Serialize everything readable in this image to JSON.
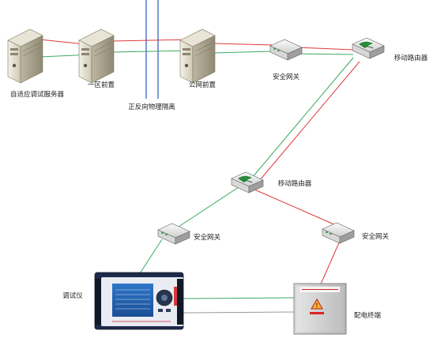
{
  "nodes": {
    "server_debug": {
      "label": "自适应调试服务器",
      "icon": "server-icon"
    },
    "front_zone1": {
      "label": "一区前置",
      "icon": "server-icon"
    },
    "front_public": {
      "label": "公网前置",
      "icon": "server-icon"
    },
    "gateway_top": {
      "label": "安全网关",
      "icon": "gateway-icon"
    },
    "router_top": {
      "label": "移动路由器",
      "icon": "router-icon"
    },
    "router_mid": {
      "label": "移动路由器",
      "icon": "router-icon"
    },
    "gateway_left": {
      "label": "安全网关",
      "icon": "gateway-icon"
    },
    "gateway_right": {
      "label": "安全网关",
      "icon": "gateway-icon"
    },
    "tester": {
      "label": "调试仪",
      "icon": "tester-device-icon"
    },
    "terminal": {
      "label": "配电终端",
      "icon": "distribution-terminal-icon"
    }
  },
  "isolation": {
    "label": "正反向物理隔离"
  },
  "colors": {
    "red_link": "#e0393b",
    "green_link": "#3aaa5c",
    "gray_link": "#9a9a9a",
    "isolation_line": "#3a5fc8"
  }
}
